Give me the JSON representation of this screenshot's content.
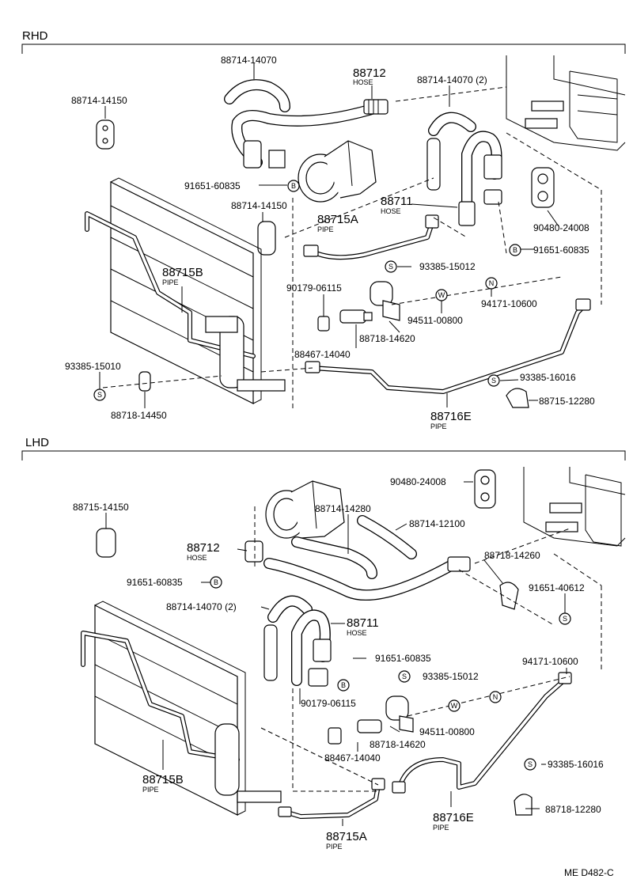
{
  "sections": {
    "rhd": "RHD",
    "lhd": "LHD"
  },
  "rhd": {
    "labels": {
      "p_88714_14070_top": "88714-14070",
      "p_88712_num": "88712",
      "p_88712_sub": "HOSE",
      "p_88714_14070_2": "88714-14070 (2)",
      "p_88714_14150_a": "88714-14150",
      "p_91651_60835": "91651-60835",
      "p_88714_14150_b": "88714-14150",
      "p_88711_num": "88711",
      "p_88711_sub": "HOSE",
      "p_90480_24008": "90480-24008",
      "p_88715A_num": "88715A",
      "p_88715A_sub": "PIPE",
      "p_91651_60835_b": "91651-60835",
      "p_93385_15012": "93385-15012",
      "p_88715B_num": "88715B",
      "p_88715B_sub": "PIPE",
      "p_90179_06115": "90179-06115",
      "p_94171_10600": "94171-10600",
      "p_94511_00800": "94511-00800",
      "p_88718_14620": "88718-14620",
      "p_88467_14040": "88467-14040",
      "p_93385_15010": "93385-15010",
      "p_93385_16016": "93385-16016",
      "p_88718_14450": "88718-14450",
      "p_88715_12280": "88715-12280",
      "p_88716E_num": "88716E",
      "p_88716E_sub": "PIPE"
    }
  },
  "lhd": {
    "labels": {
      "p_90480_24008": "90480-24008",
      "p_88715_14150": "88715-14150",
      "p_88714_14280": "88714-14280",
      "p_88714_12100": "88714-12100",
      "p_88712_num": "88712",
      "p_88712_sub": "HOSE",
      "p_91651_60835": "91651-60835",
      "p_88718_14260": "88718-14260",
      "p_91651_40612": "91651-40612",
      "p_88714_14070_2": "88714-14070 (2)",
      "p_88711_num": "88711",
      "p_88711_sub": "HOSE",
      "p_91651_60835_b": "91651-60835",
      "p_94171_10600": "94171-10600",
      "p_93385_15012": "93385-15012",
      "p_90179_06115": "90179-06115",
      "p_94511_00800": "94511-00800",
      "p_88718_14620": "88718-14620",
      "p_88467_14040": "88467-14040",
      "p_93385_16016": "93385-16016",
      "p_88715B_num": "88715B",
      "p_88715B_sub": "PIPE",
      "p_88718_12280": "88718-12280",
      "p_88716E_num": "88716E",
      "p_88716E_sub": "PIPE",
      "p_88715A_num": "88715A",
      "p_88715A_sub": "PIPE"
    }
  },
  "symbols": {
    "B": "B",
    "S": "S",
    "W": "W",
    "N": "N"
  },
  "footer": {
    "code": "ME  D482-C"
  }
}
